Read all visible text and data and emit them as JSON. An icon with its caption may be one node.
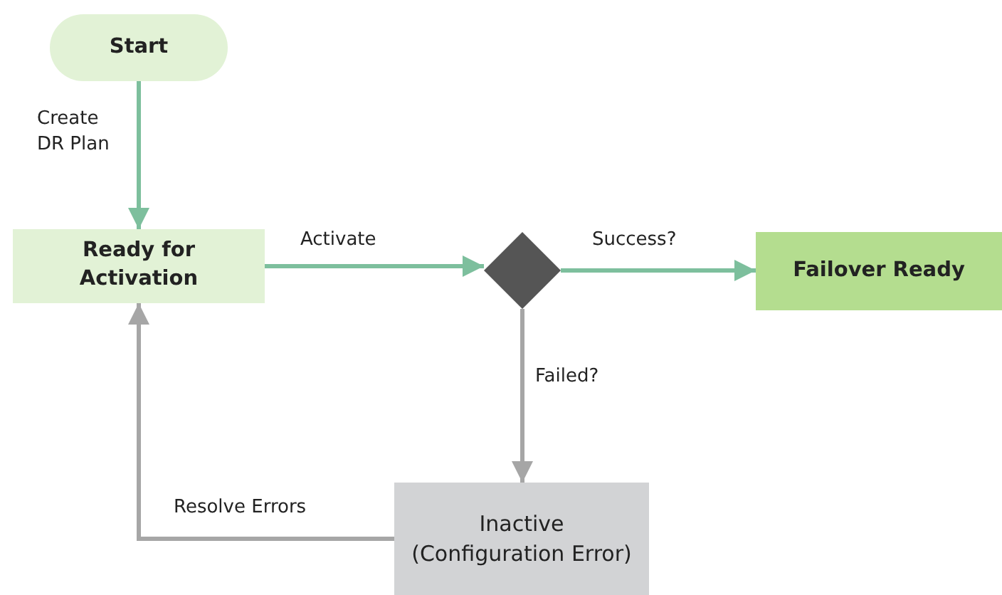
{
  "diagram": {
    "nodes": [
      {
        "text": [
          "Start"
        ]
      },
      {
        "text": [
          "Ready for Activation"
        ]
      },
      {
        "text": [],
        "shape": "diamond"
      },
      {
        "text": [
          "Failover Ready"
        ]
      },
      {
        "text": [
          "Inactive (Configuration Error)"
        ]
      }
    ],
    "edges": [
      {
        "from": 0,
        "to": 1,
        "arrow": "to",
        "label": "Create DR Plan"
      },
      {
        "from": 1,
        "to": 2,
        "arrow": "to",
        "label": "Activate"
      },
      {
        "from": 2,
        "to": 3,
        "arrow": "to",
        "label": "Success?"
      },
      {
        "from": 2,
        "to": 4,
        "arrow": "to",
        "label": "Failed?",
        "color": "#a6a6a6"
      },
      {
        "from": 4,
        "to": 1,
        "arrow": "to",
        "label": "Resolve Errors",
        "color": "#a6a6a6"
      }
    ]
  }
}
